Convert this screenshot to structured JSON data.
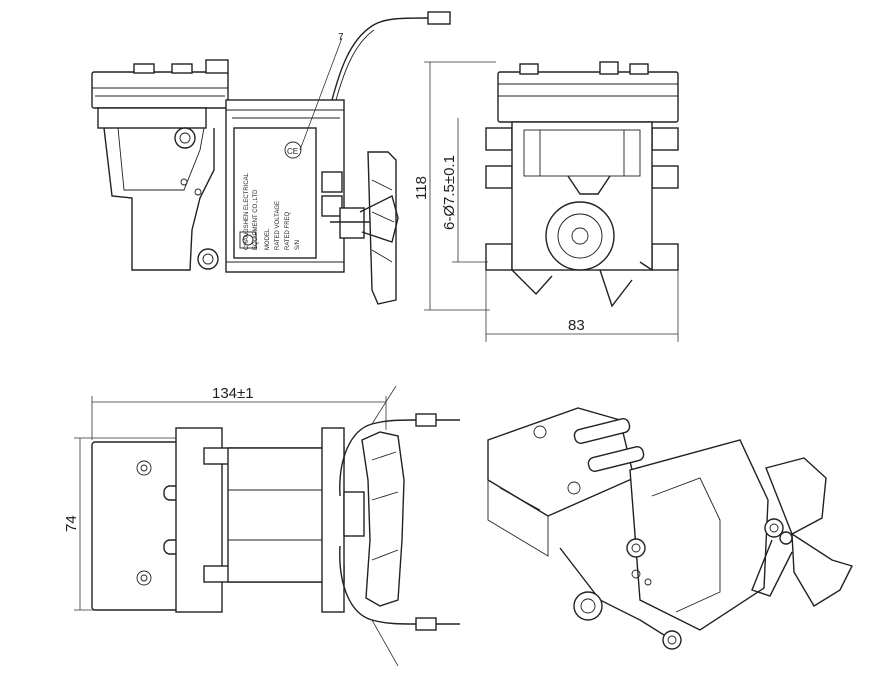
{
  "dimensions": {
    "height": "118",
    "outlet_spec": "6-Ø7.5±0.1",
    "width_front": "83",
    "length": "134±1",
    "width_top": "74",
    "callout": "7"
  },
  "nameplate": {
    "company_line1": "CHANGSHEN ELECTRICAL",
    "company_line2": "EQUIPMENT CO.,LTD",
    "row1": "MODEL",
    "row2": "RATED VOLTAGE",
    "row3": "RATED FREQ",
    "row4": "S/N",
    "ce_mark": "CE"
  },
  "colors": {
    "line": "#222222",
    "background": "#ffffff"
  }
}
